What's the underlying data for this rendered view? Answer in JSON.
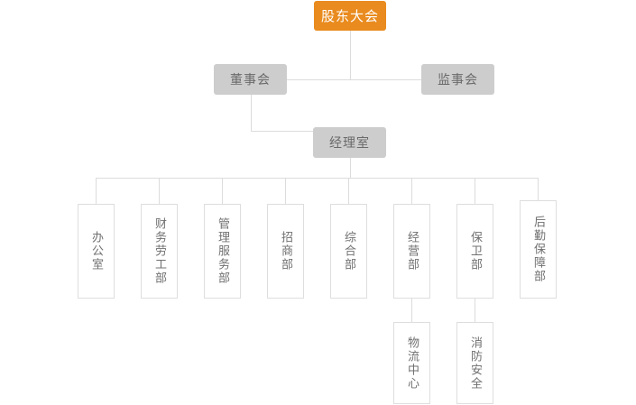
{
  "chart_title": "",
  "colors": {
    "root_fill": "#e98b1e",
    "root_text": "#ffffff",
    "level_fill": "#cdcdcd",
    "level_text": "#6a6a6a",
    "leaf_border": "#dedede",
    "leaf_text": "#707070",
    "line": "#dcdcdc",
    "background": "#ffffff"
  },
  "nodes": {
    "root": {
      "label": "股东大会"
    },
    "board": {
      "label": "董事会"
    },
    "supervisors": {
      "label": "监事会"
    },
    "manager_office": {
      "label": "经理室"
    },
    "departments": [
      {
        "label": "办公室"
      },
      {
        "label": "财务劳工部"
      },
      {
        "label": "管理服务部"
      },
      {
        "label": "招商部"
      },
      {
        "label": "综合部"
      },
      {
        "label": "经营部"
      },
      {
        "label": "保卫部"
      },
      {
        "label": "后勤保障部"
      }
    ],
    "sub_departments": [
      {
        "label": "物流中心",
        "parent": "经营部"
      },
      {
        "label": "消防安全",
        "parent": "保卫部"
      }
    ]
  }
}
